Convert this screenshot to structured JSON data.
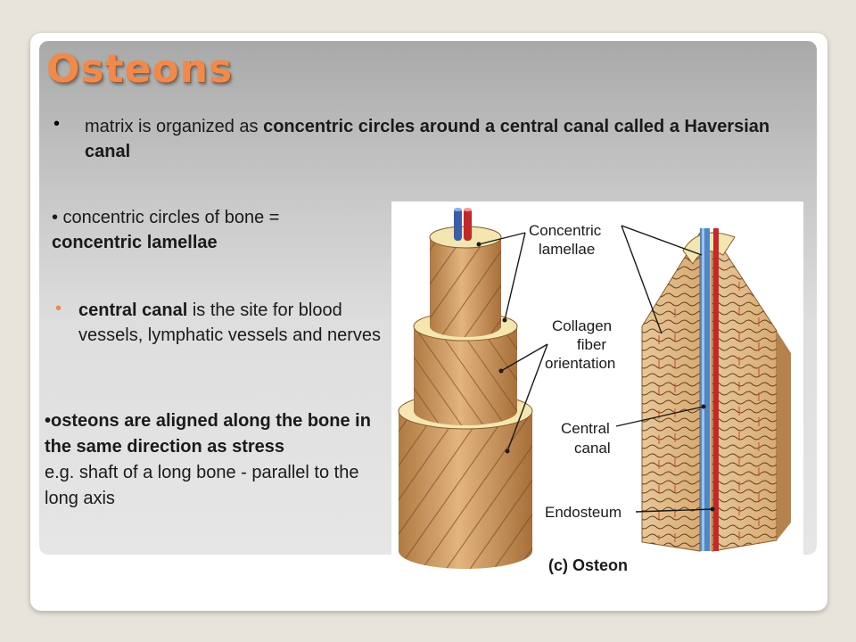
{
  "slide": {
    "title": "Osteons",
    "bullet1": {
      "symbol": "•",
      "text_plain": "matrix is organized as ",
      "text_bold": "concentric circles around a central canal called a Haversian canal"
    },
    "bullet2": {
      "text_plain": "• concentric  circles of bone = ",
      "text_bold": "concentric lamellae"
    },
    "bullet3": {
      "symbol": "•",
      "symbol_color": "#f0894a",
      "text_bold": "central canal",
      "text_plain": " is the site for blood vessels, lymphatic vessels and nerves"
    },
    "bullet4": {
      "text_bold": "•osteons are aligned along the bone in the same direction as stress",
      "text_plain": "e.g. shaft of a long bone - parallel to the long axis"
    }
  },
  "figure": {
    "labels": {
      "lamellae_1": "Concentric",
      "lamellae_2": "lamellae",
      "collagen_1": "Collagen",
      "collagen_2": "fiber",
      "collagen_3": "orientation",
      "central_1": "Central",
      "central_2": "canal",
      "endosteum": "Endosteum"
    },
    "caption": "(c) Osteon"
  },
  "colors": {
    "title": "#f0894a",
    "bone": "#c9935b",
    "lamella_edge": "#f3e6b0",
    "artery": "#c62828",
    "vein": "#3a5fa8"
  }
}
